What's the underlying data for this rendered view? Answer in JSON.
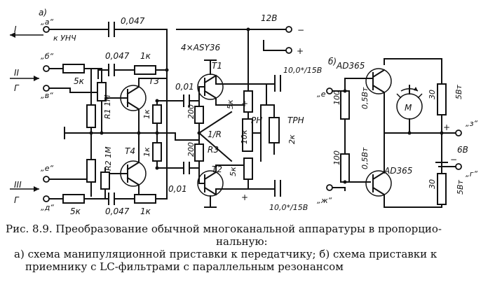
{
  "panel_a": {
    "tag": "а)",
    "inputs": {
      "I": "I",
      "II": "II",
      "III": "III"
    },
    "gen_marks": {
      "g1": "Г",
      "g2": "Г"
    },
    "contacts": {
      "a": "„а“",
      "b": "„б“",
      "v": "„в“",
      "e": "„е“",
      "d": "„д“"
    },
    "to_unch": "к УНЧ",
    "supply": {
      "minus_label": "12В",
      "minus": "−",
      "plus": "+"
    },
    "transistors_note": "4×ASY36",
    "transistors": {
      "T1": "T1",
      "T2": "T2",
      "T3": "T3",
      "T4": "T4"
    },
    "caps": {
      "c_top": "0,047",
      "c_t3": "0,047",
      "c_t4": "0,047",
      "c_001a": "0,01",
      "c_001b": "0,01",
      "c_out1": "10,0*/15В",
      "c_out2": "10,0*/15В"
    },
    "resistors": {
      "r_5k_in": "5к",
      "r_1k_top": "1к",
      "r_r11m": "R1 1М",
      "r_r21m": "R2 1М",
      "r_1k_t3": "1к",
      "r_1k_t4": "1к",
      "r_5k_bot": "5к",
      "r_1k_bot": "1к",
      "r_200a": "200",
      "r_200b": "200",
      "r_1r": "1/R",
      "r_r3": "R3",
      "r_5k_t1": "5к",
      "r_10k": "10к",
      "r_5k_t2": "5к",
      "r_rn": "РН",
      "r_trn": "ТРН",
      "r_2k": "2к"
    },
    "plus_marks": {
      "p1": "+",
      "p2": "+"
    }
  },
  "panel_b": {
    "tag": "б)",
    "transistors": {
      "top": "AD365",
      "bottom": "AD365"
    },
    "motor": "M",
    "resistors": {
      "r100a": "100",
      "r05a": "0,5Вт",
      "r100b": "100",
      "r05b": "0,5Вт",
      "r30a": "30",
      "r5a": "5Вт",
      "r30b": "30",
      "r5b": "5Вт"
    },
    "contacts": {
      "e": "„е“",
      "z": "„з“",
      "zh": "„ж“",
      "g": "„г“"
    },
    "supply": {
      "plus": "+",
      "minus": "−",
      "v": "6В"
    }
  },
  "caption": {
    "line1": "Рис. 8.9. Преобразование обычной многоканальной аппаратуры в пропорцио-",
    "line2": "нальную:",
    "line3": "а) схема манипуляционной приставки к передатчику; б) схема приставки к",
    "line4": "приемнику с LC-фильтрами с параллельным резонансом"
  }
}
